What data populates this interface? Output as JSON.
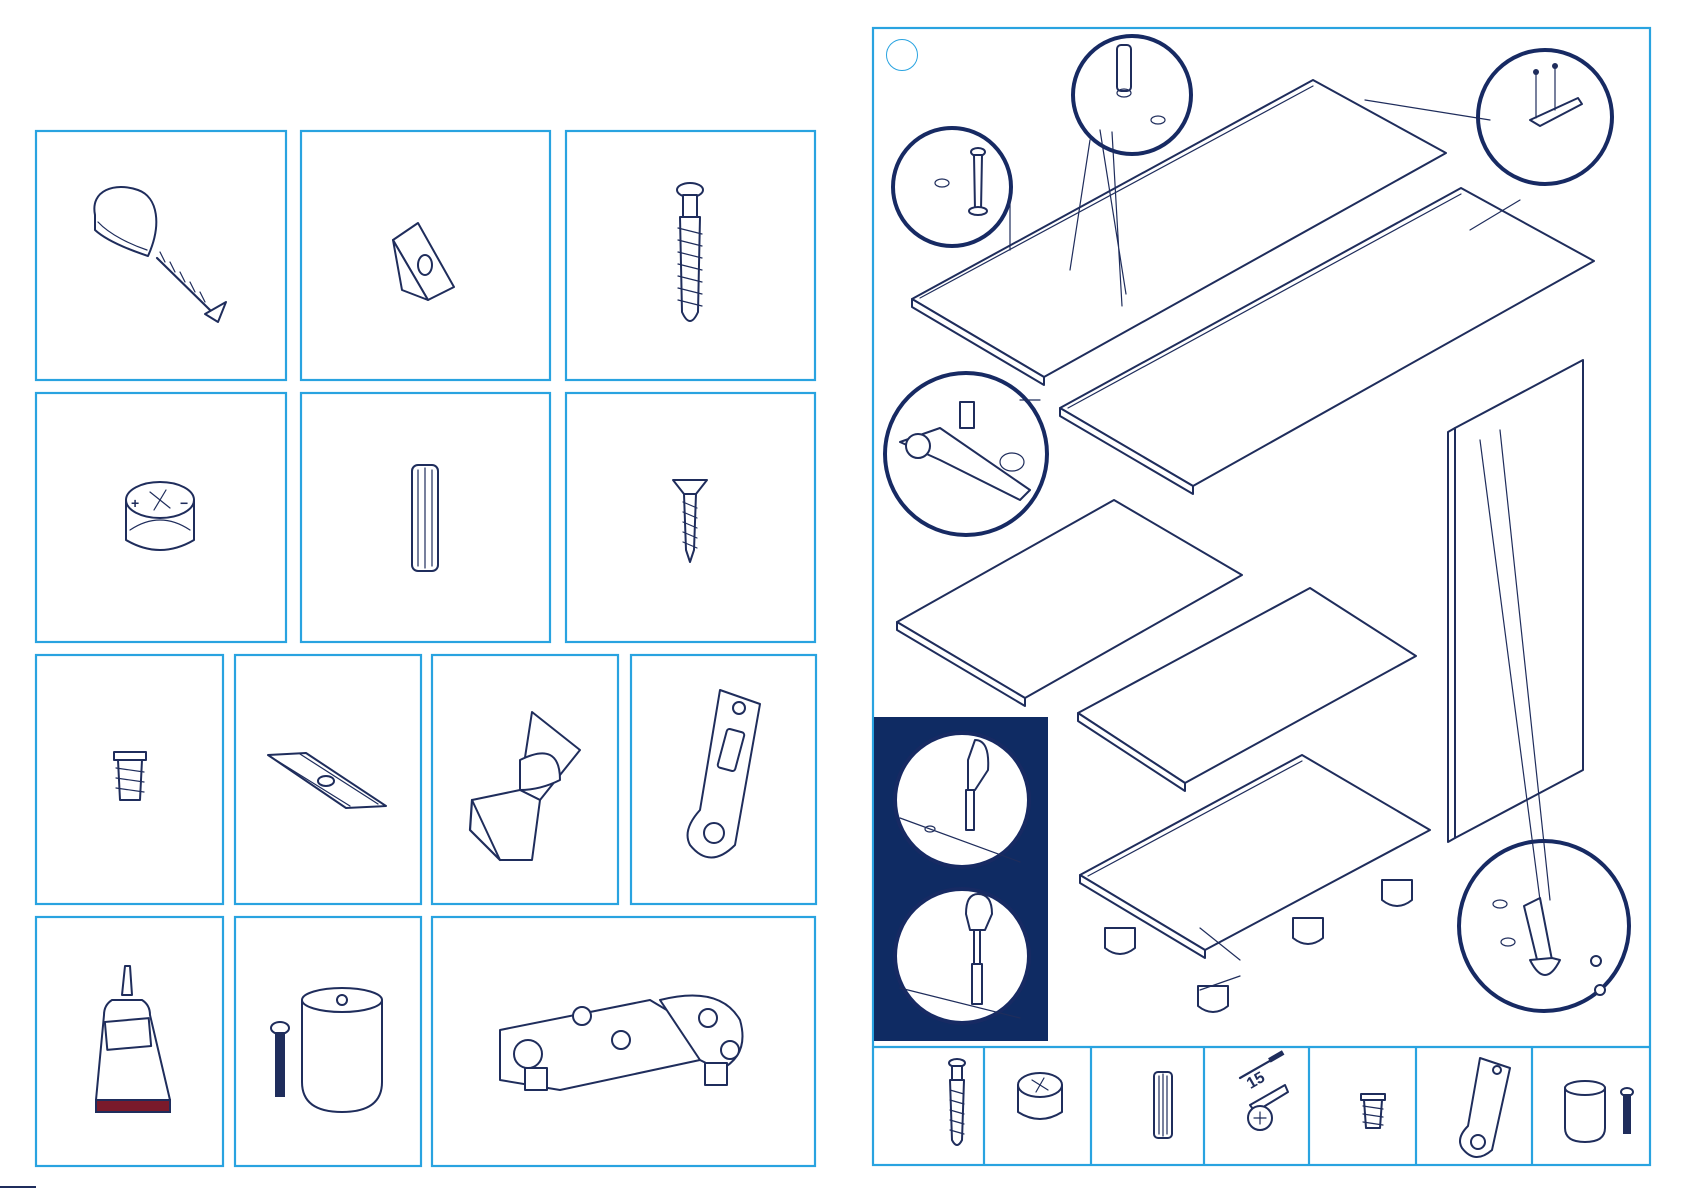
{
  "page": {
    "step_number": "",
    "screw_length": "15"
  },
  "left_parts": [
    {
      "name": "knob-with-screw"
    },
    {
      "name": "corner-block"
    },
    {
      "name": "cam-bolt"
    },
    {
      "name": "cam-lock"
    },
    {
      "name": "wooden-dowel"
    },
    {
      "name": "wood-screw"
    },
    {
      "name": "short-screw"
    },
    {
      "name": "drawer-slide-plate"
    },
    {
      "name": "shelf-clip"
    },
    {
      "name": "hinge-mounting-plate"
    },
    {
      "name": "glue-tube"
    },
    {
      "name": "leg-and-bolt"
    },
    {
      "name": "cabinet-hinge"
    }
  ],
  "bottom_strip": [
    {
      "name": "cam-bolt"
    },
    {
      "name": "cam-lock"
    },
    {
      "name": "wooden-dowel"
    },
    {
      "name": "screw-15mm"
    },
    {
      "name": "short-screw"
    },
    {
      "name": "hinge-mounting-plate"
    },
    {
      "name": "leg-and-bolt"
    }
  ],
  "colors": {
    "frame": "#29a3e0",
    "ink": "#1f2d5c",
    "inset_panel": "#0f2b63"
  }
}
